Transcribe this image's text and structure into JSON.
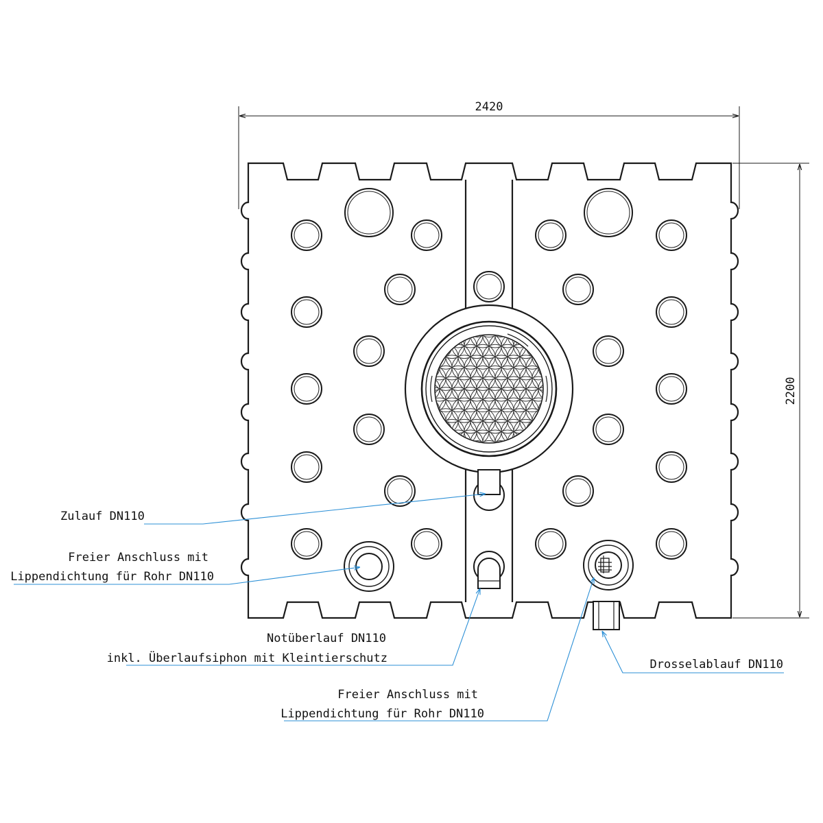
{
  "dimensions": {
    "width_label": "2420",
    "height_label": "2200"
  },
  "labels": {
    "zulauf": "Zulauf DN110",
    "freier_left_line1": "Freier Anschluss mit",
    "freier_left_line2": "Lippendichtung für Rohr DN110",
    "notueberlauf_line1": "Notüberlauf DN110",
    "notueberlauf_line2": "inkl. Überlaufsiphon mit Kleintierschutz",
    "freier_bottom_line1": "Freier Anschluss mit",
    "freier_bottom_line2": "Lippendichtung für Rohr DN110",
    "drossel": "Drosselablauf DN110"
  },
  "colors": {
    "leader": "#2b8fd6",
    "linework": "#1a1a1a"
  }
}
